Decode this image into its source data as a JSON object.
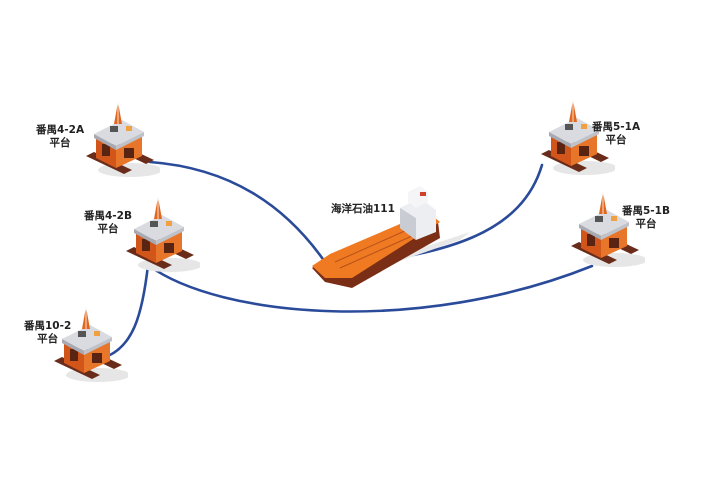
{
  "platforms": [
    {
      "name": "番禺4-2A",
      "suffix": "平台"
    },
    {
      "name": "番禺4-2B",
      "suffix": "平台"
    },
    {
      "name": "番禺10-2",
      "suffix": "平台"
    },
    {
      "name": "番禺5-1A",
      "suffix": "平台"
    },
    {
      "name": "番禺5-1B",
      "suffix": "平台"
    }
  ],
  "vessel": {
    "name": "海洋石油111"
  },
  "colors": {
    "pipeline": "#2a4a9a",
    "platform_orange": "#e0671f",
    "pontoon": "#6a2c1a",
    "deck": "#d9dbe0",
    "ship_hull": "#ef7a22"
  }
}
